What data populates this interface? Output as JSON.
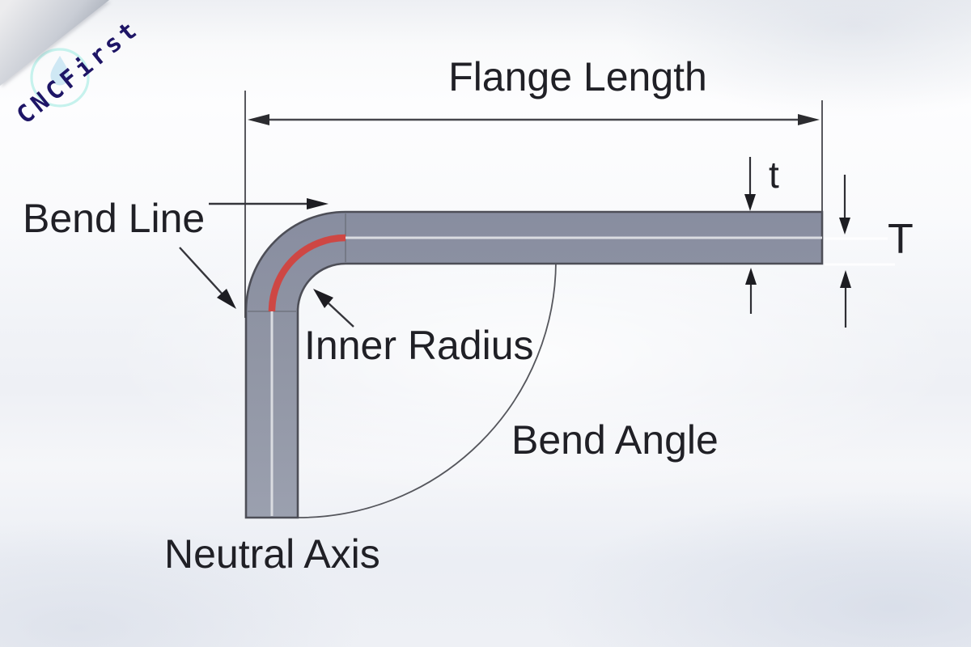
{
  "logo": {
    "brand": "CNCFirst",
    "navy": "#1e1566",
    "aqua_ring": "#c6f2ed",
    "drop_blue": "#cfe8f4"
  },
  "diagram": {
    "labels": {
      "flange_length": "Flange Length",
      "bend_line": "Bend Line",
      "inner_radius": "Inner Radius",
      "bend_angle": "Bend Angle",
      "neutral_axis": "Neutral Axis",
      "thickness_t": "t",
      "thickness_T": "T"
    },
    "colors": {
      "metal_fill_dark": "#8d92a2",
      "metal_fill_light": "#9aa0ae",
      "metal_edge": "#4d4e57",
      "neutral_axis_line": "#dadce1",
      "neutral_axis_bend_highlight": "#ce4744",
      "dimension_line": "#3a3a40",
      "label_text": "#202026"
    }
  }
}
